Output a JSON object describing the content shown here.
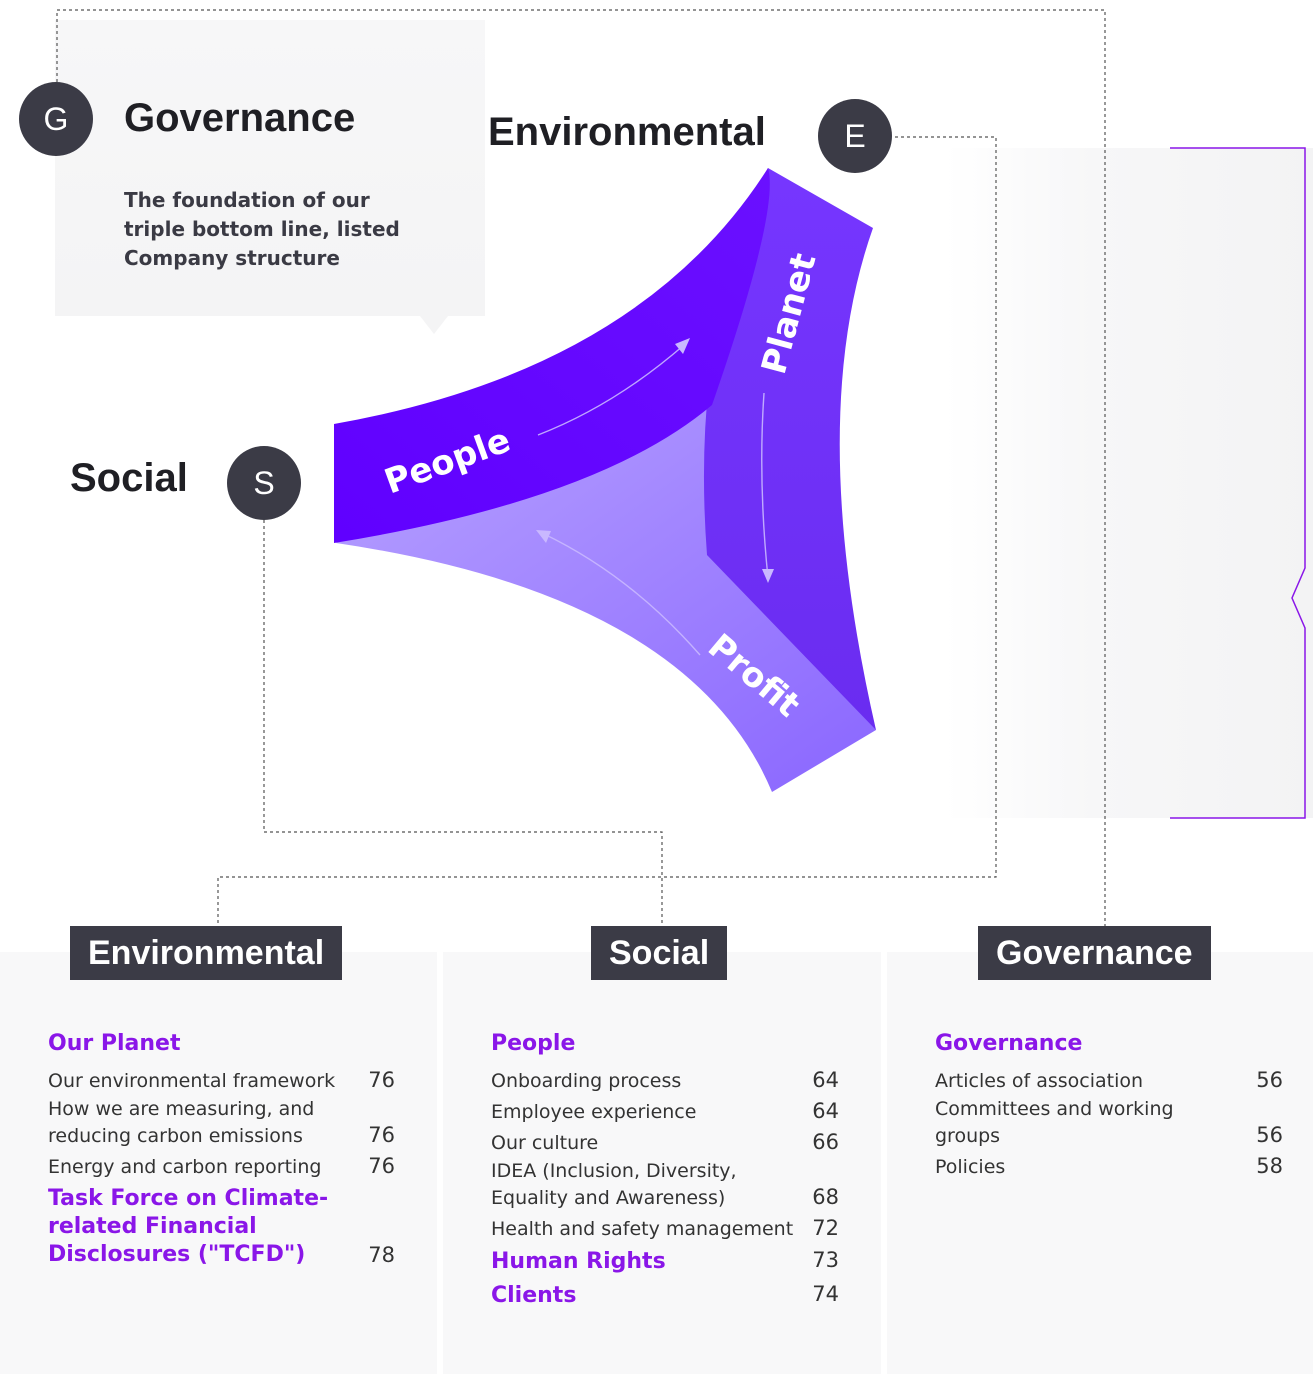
{
  "diagram": {
    "governance_badge": "G",
    "governance_title": "Governance",
    "governance_desc": [
      "The foundation of our",
      "triple bottom line, listed",
      "Company structure"
    ],
    "environmental_badge": "E",
    "environmental_title": "Environmental",
    "social_badge": "S",
    "social_title": "Social",
    "loop": {
      "people": "People",
      "planet": "Planet",
      "profit": "Profit"
    },
    "colors": {
      "deep": "#6c00ff",
      "mid": "#7b3cff",
      "light": "#9270ff",
      "badge": "#3b3b46",
      "accent": "#8a16e8"
    }
  },
  "columns": {
    "environmental": {
      "header": "Environmental",
      "sections": [
        {
          "title": "Our Planet",
          "page": ""
        },
        {
          "items": [
            {
              "text": "Our environmental framework",
              "page": "76"
            },
            {
              "text": "How we are measuring, and",
              "page": ""
            },
            {
              "text": "reducing carbon emissions",
              "page": "76"
            },
            {
              "text": "Energy and carbon reporting",
              "page": "76"
            }
          ]
        },
        {
          "title_lines": [
            "Task Force on Climate-",
            "related Financial",
            "Disclosures (\"TCFD\")"
          ],
          "page": "78"
        }
      ]
    },
    "social": {
      "header": "Social",
      "title": "People",
      "items": [
        {
          "text": "Onboarding process",
          "page": "64"
        },
        {
          "text": "Employee experience",
          "page": "64"
        },
        {
          "text": "Our culture",
          "page": "66"
        },
        {
          "text": "IDEA (Inclusion, Diversity,",
          "page": ""
        },
        {
          "text": "Equality and Awareness)",
          "page": "68"
        },
        {
          "text": "Health and safety management",
          "page": "72"
        }
      ],
      "human_rights": {
        "text": "Human Rights",
        "page": "73"
      },
      "clients": {
        "text": "Clients",
        "page": "74"
      }
    },
    "governance": {
      "header": "Governance",
      "title": "Governance",
      "items": [
        {
          "text": "Articles of association",
          "page": "56"
        },
        {
          "text": "Committees and working",
          "page": ""
        },
        {
          "text": "groups",
          "page": "56"
        },
        {
          "text": "Policies",
          "page": "58"
        }
      ]
    }
  }
}
